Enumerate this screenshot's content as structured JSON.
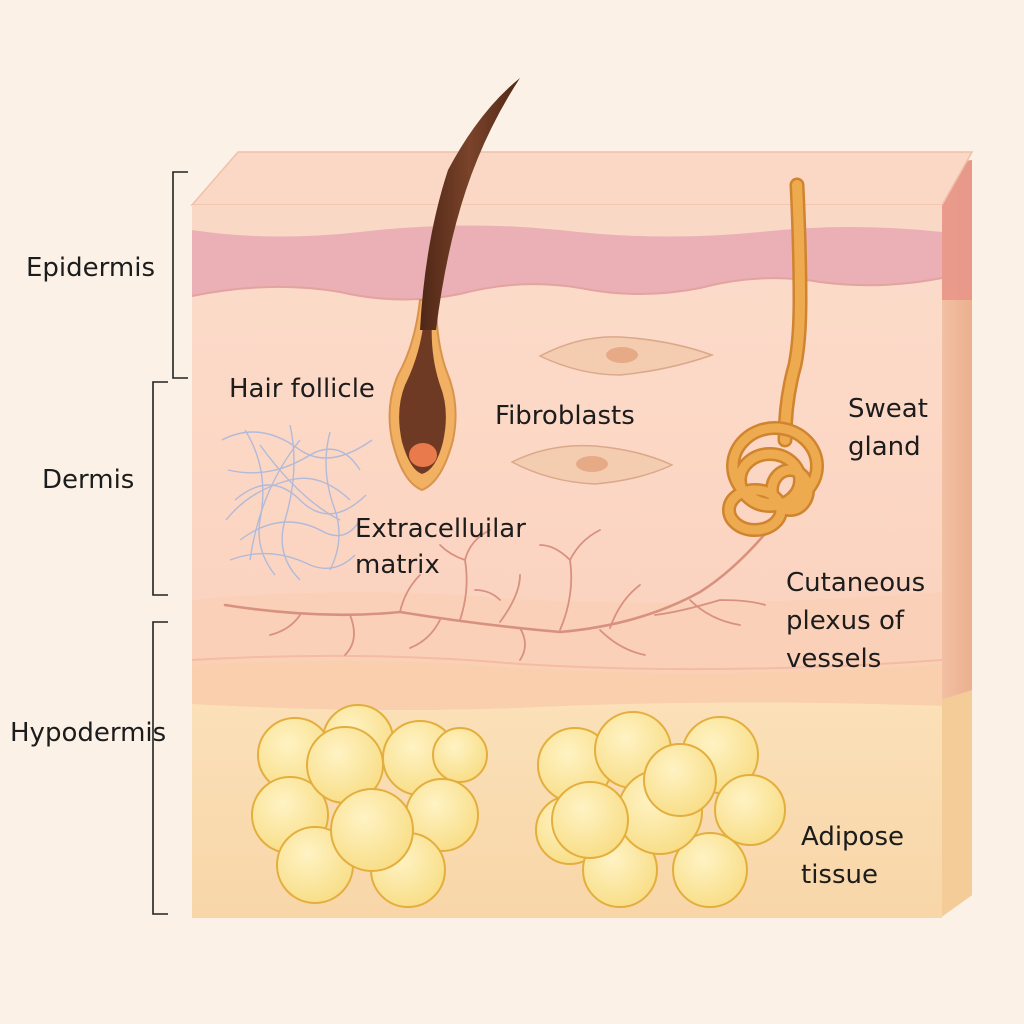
{
  "diagram": {
    "layers": {
      "epidermis": "Epidermis",
      "dermis": "Dermis",
      "hypodermis": "Hypodermis"
    },
    "structures": {
      "hair_follicle": "Hair follicle",
      "fibroblasts": "Fibroblasts",
      "sweat_gland": [
        "Sweat",
        "gland"
      ],
      "extracellular_matrix": [
        "Extracelluilar",
        "matrix"
      ],
      "cutaneous_plexus": [
        "Cutaneous",
        "plexus of",
        "vessels"
      ],
      "adipose_tissue": [
        "Adipose",
        "tissue"
      ]
    },
    "colors": {
      "background": "#fbf1e6",
      "epidermis_top": "#f8d6c2",
      "epidermis_pink": "#eab0b6",
      "dermis": "#fbd6c4",
      "hypodermis": "#fbdcb2",
      "fat_cells": "#fbe79e",
      "fat_outline": "#e4ae3e",
      "hair": "#6b3a24",
      "sweat_gland": "#e7a347",
      "vessels": "#d8917e",
      "fibers": "#a9b8db"
    }
  }
}
